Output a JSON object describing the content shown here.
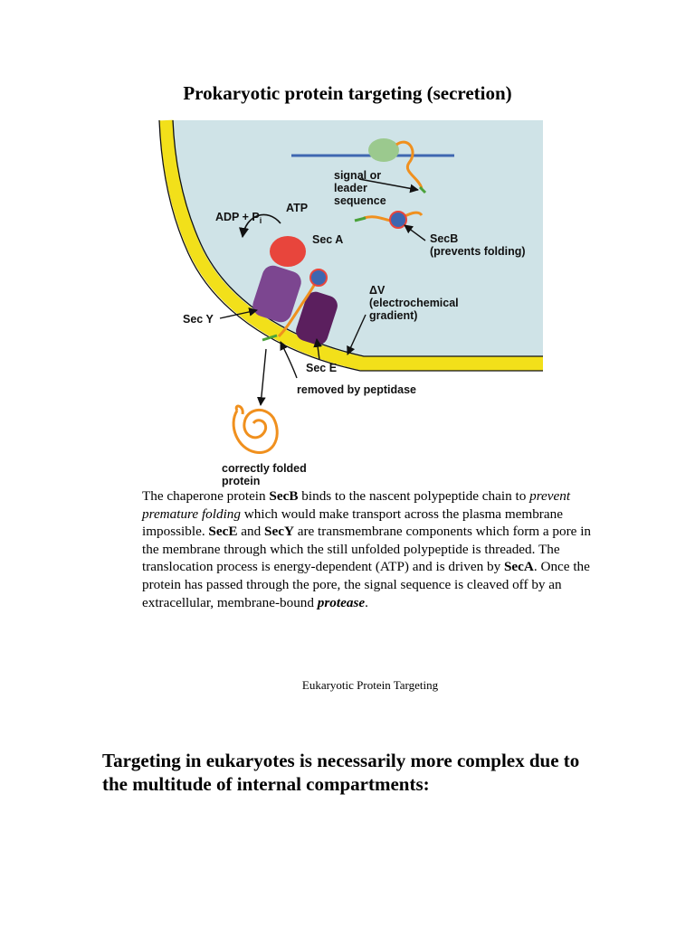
{
  "page": {
    "title": "Prokaryotic protein targeting (secretion)",
    "caption": "Eukaryotic Protein Targeting",
    "heading": "Targeting in eukaryotes is necessarily more complex due to the multitude of internal compartments:"
  },
  "figure": {
    "labels": {
      "signal_line1": "signal or",
      "signal_line2": "leader",
      "signal_line3": "sequence",
      "adp": "ADP + P",
      "adp_sub": "i",
      "atp": "ATP",
      "seca": "Sec A",
      "secb_line1": "SecB",
      "secb_line2": "(prevents folding)",
      "dv_line1": "ΔV",
      "dv_line2": "(electrochemical",
      "dv_line3": "gradient)",
      "secy": "Sec Y",
      "sece": "Sec E",
      "peptidase": "removed by peptidase",
      "folded_line1": "correctly folded",
      "folded_line2": "protein"
    },
    "colors": {
      "cytoplasm": "#cfe3e7",
      "membrane": "#f2e01a",
      "seca": "#e8453c",
      "secy": "#7c4690",
      "sece": "#5b1f5e",
      "chain": "#f0901e",
      "signal": "#4aa23a",
      "ribosome": "#9bc98e",
      "secb": "#3d66b0",
      "mrna": "#3f67b1"
    }
  },
  "paragraph": {
    "s1": "The chaperone protein ",
    "b1": "SecB",
    "s2": " binds to the nascent polypeptide chain to ",
    "i1": "prevent premature folding",
    "s3": " which would make transport across the plasma membrane impossible.  ",
    "b2": "SecE",
    "s4": " and ",
    "b3": "SecY",
    "s5": " are transmembrane components which form a pore in the membrane through which the still unfolded polypeptide is threaded.  The translocation process is energy-dependent (ATP) and is driven by ",
    "b4": "SecA",
    "s6": ".  Once the protein has passed through the pore, the signal sequence is cleaved off by an extracellular, membrane-bound ",
    "bi1": "protease",
    "s7": "."
  }
}
